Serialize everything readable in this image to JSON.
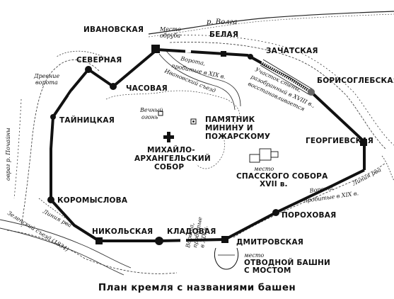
{
  "caption": "План кремля с названиями башен",
  "river": "р. Волга",
  "towers": {
    "ivanovskaya": "ИВАНОВСКАЯ",
    "belaya": "БЕЛАЯ",
    "zachatskaya": "ЗАЧАТСКАЯ",
    "borisoglebskaya": "БОРИСОГЛЕБСКАЯ",
    "severnaya": "СЕВЕРНАЯ",
    "chasovaya": "ЧАСОВАЯ",
    "tainitskaya": "ТАЙНИЦКАЯ",
    "georgievskaya": "ГЕОРГИЕВСКАЯ",
    "koromyslova": "КОРОМЫСЛОВА",
    "porokhovaya": "ПОРОХОВАЯ",
    "nikolskaya": "НИКОЛЬСКАЯ",
    "kladovaya": "КЛАДОВАЯ",
    "dmitrovskaya": "ДМИТРОВСКАЯ"
  },
  "landmarks": {
    "monument_1": "ПАМЯТНИК",
    "monument_2": "МИНИНУ И",
    "monument_3": "ПОЖАРСКОМУ",
    "cathedral_1": "МИХАЙЛО-",
    "cathedral_2": "АРХАНГЕЛЬСКИЙ",
    "cathedral_3": "СОБОР",
    "spassky_1": "место",
    "spassky_2": "СПАССКОГО СОБОРА",
    "spassky_3": "XVII в.",
    "eternal_1": "Вечный",
    "eternal_2": "огонь",
    "place_obrub_1": "Место",
    "place_obrub_2": "обруба",
    "otvodnaya_1": "место",
    "otvodnaya_2": "ОТВОДНОЙ БАШНИ",
    "otvodnaya_3": "С МОСТОМ"
  },
  "notes": {
    "gates_ne_1": "Ворота,",
    "gates_ne_2": "пробитые в XIX в.",
    "gates_e_1": "Ворота,",
    "gates_e_2": "пробитые в XIX в.",
    "gates_s_1": "Ворота,",
    "gates_s_2": "пробитые",
    "gates_s_3": "в XIX в.",
    "old_gates_1": "Древние",
    "old_gates_2": "ворота",
    "wall_1": "Участок стены,",
    "wall_2": "разобранный в XVIII в.,",
    "wall_3": "восстанавливается",
    "ivanovsky_descent": "Ивановский съезд",
    "ravine_pochaina": "овраг р. Почайны",
    "zelensky_descent": "Зеленский съезд (1834)",
    "moat_sw": "Линия рва",
    "moat_e": "Линия рва"
  }
}
